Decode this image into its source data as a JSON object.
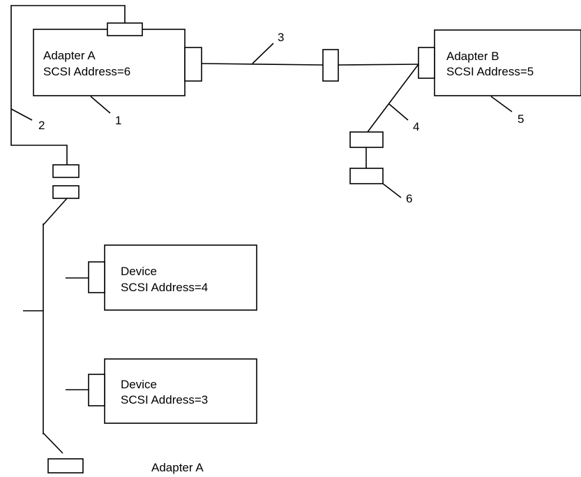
{
  "adapter_a": {
    "name": "Adapter  A",
    "address": "SCSI  Address=6"
  },
  "adapter_b": {
    "name": "Adapter  B",
    "address": "SCSI  Address=5"
  },
  "device_1": {
    "name": "Device",
    "address": "SCSI  Address=4"
  },
  "device_2": {
    "name": "Device",
    "address": "SCSI  Address=3"
  },
  "bottom_label": "Adapter  A",
  "callouts": [
    "1",
    "2",
    "3",
    "4",
    "5",
    "6"
  ]
}
